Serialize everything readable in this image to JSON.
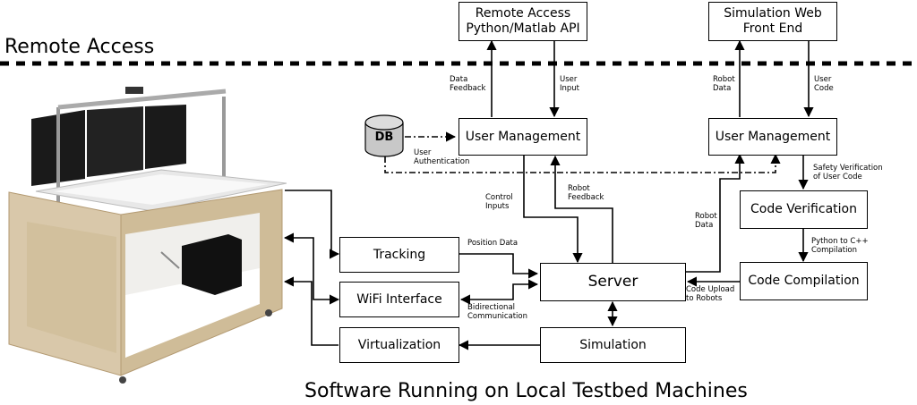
{
  "titles": {
    "remote_access": "Remote Access",
    "local_software": "Software Running on Local Testbed Machines"
  },
  "boxes": {
    "remote_api": "Remote Access\nPython/Matlab API",
    "sim_web": "Simulation Web\nFront End",
    "user_mgmt_left": "User Management",
    "user_mgmt_right": "User Management",
    "code_verification": "Code Verification",
    "code_compilation": "Code Compilation",
    "tracking": "Tracking",
    "wifi": "WiFi Interface",
    "virtualization": "Virtualization",
    "server": "Server",
    "simulation": "Simulation",
    "db": "DB"
  },
  "labels": {
    "data_feedback": "Data\nFeedback",
    "user_input": "User\nInput",
    "robot_data_top": "Robot\nData",
    "user_code": "User\nCode",
    "user_authentication": "User\nAuthentication",
    "safety_verification": "Safety Verification\nof User Code",
    "control_inputs": "Control\nInputs",
    "robot_feedback": "Robot\nFeedback",
    "robot_data_mid": "Robot\nData",
    "python_to_cpp": "Python to C++\nCompilation",
    "position_data": "Position Data",
    "bidirectional": "Bidirectional\nCommunication",
    "code_upload": "Code Upload\nto Robots"
  }
}
